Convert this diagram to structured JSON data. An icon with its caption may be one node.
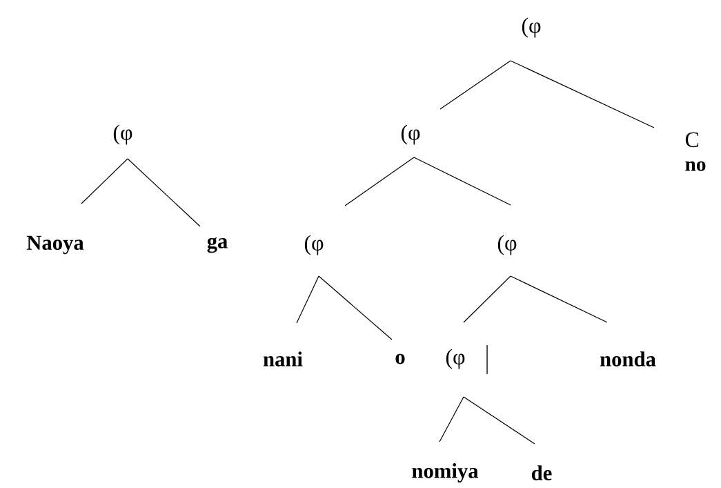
{
  "diagram": {
    "nodes": [
      {
        "text": [
          "(φ"
        ]
      },
      {
        "text": [
          "(φ"
        ]
      },
      {
        "text": [
          "Naoya"
        ]
      },
      {
        "text": [
          "ga"
        ]
      },
      {
        "text": [
          "(φ"
        ]
      },
      {
        "text": [
          "C",
          "no"
        ]
      },
      {
        "text": [
          "(φ"
        ]
      },
      {
        "text": [
          "(φ"
        ]
      },
      {
        "text": [
          "nani"
        ]
      },
      {
        "text": [
          "o"
        ]
      },
      {
        "text": [
          "(φ"
        ]
      },
      {
        "text": [
          "nonda"
        ]
      },
      {
        "text": [
          "nomiya"
        ]
      },
      {
        "text": [
          "de"
        ]
      }
    ],
    "edges": [
      {
        "from": 0,
        "to": 4,
        "arrow": "none"
      },
      {
        "from": 0,
        "to": 5,
        "arrow": "none"
      },
      {
        "from": 1,
        "to": 2,
        "arrow": "none"
      },
      {
        "from": 1,
        "to": 3,
        "arrow": "none"
      },
      {
        "from": 4,
        "to": 6,
        "arrow": "none"
      },
      {
        "from": 4,
        "to": 7,
        "arrow": "none"
      },
      {
        "from": 6,
        "to": 8,
        "arrow": "none"
      },
      {
        "from": 6,
        "to": 9,
        "arrow": "none"
      },
      {
        "from": 7,
        "to": 10,
        "arrow": "none"
      },
      {
        "from": 7,
        "to": 11,
        "arrow": "none"
      },
      {
        "from": 10,
        "to": 12,
        "arrow": "none"
      },
      {
        "from": 10,
        "to": 13,
        "arrow": "none"
      }
    ]
  }
}
